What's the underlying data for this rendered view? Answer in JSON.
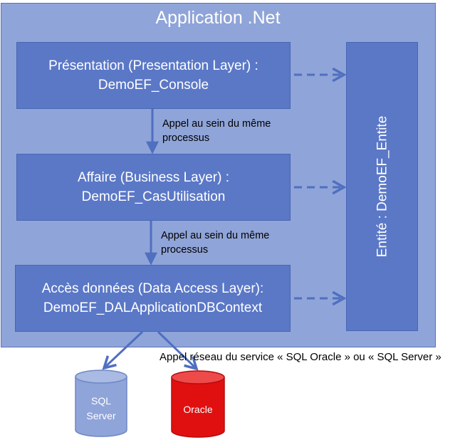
{
  "diagram": {
    "app_title": "Application .Net",
    "presentation": {
      "line1": "Présentation (Presentation Layer) :",
      "line2": "DemoEF_Console"
    },
    "business": {
      "line1": "Affaire (Business Layer) :",
      "line2": "DemoEF_CasUtilisation"
    },
    "data_access": {
      "line1": "Accès données (Data Access Layer):",
      "line2": "DemoEF_DALApplicationDBContext"
    },
    "entity": "Entité : DemoEF_Entite",
    "call_1": {
      "line1": "Appel au sein du même",
      "line2": "processus"
    },
    "call_2": {
      "line1": "Appel au sein du même",
      "line2": "processus"
    },
    "network_call": "Appel réseau du service « SQL Oracle » ou « SQL Server »",
    "sql_server": {
      "line1": "SQL",
      "line2": "Server"
    },
    "oracle": "Oracle"
  },
  "colors": {
    "frame": "#8fa4d8",
    "layer": "#5b78c7",
    "arrow": "#4f6fc0",
    "sql_db": "#8fa4d8",
    "oracle_db": "#e01010"
  }
}
